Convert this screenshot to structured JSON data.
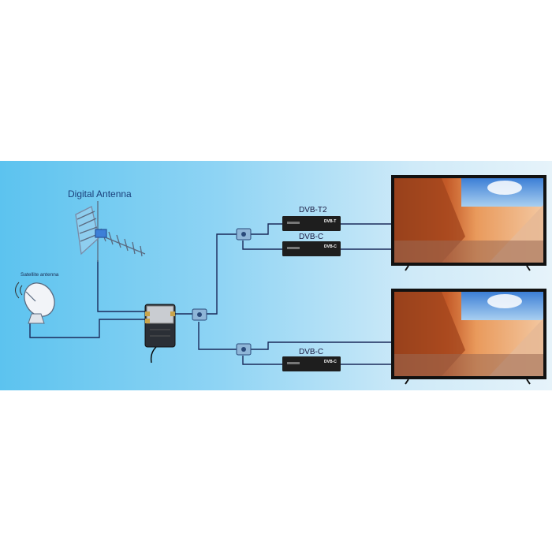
{
  "labels": {
    "digital_antenna": "Digital Antenna",
    "satellite_antenna": "Satellite antenna",
    "receiver_top": "DVB-T2",
    "receiver_middle": "DVB-C",
    "receiver_bottom": "DVB-C"
  },
  "device_markings": {
    "box_top": "DVB-T",
    "box_middle": "DVB-C",
    "box_bottom": "DVB-C"
  },
  "colors": {
    "cable": "#1b2a5a",
    "panel_left": "#5cc3ef",
    "panel_right": "#e6f3fa",
    "box": "#1e1e1e"
  }
}
